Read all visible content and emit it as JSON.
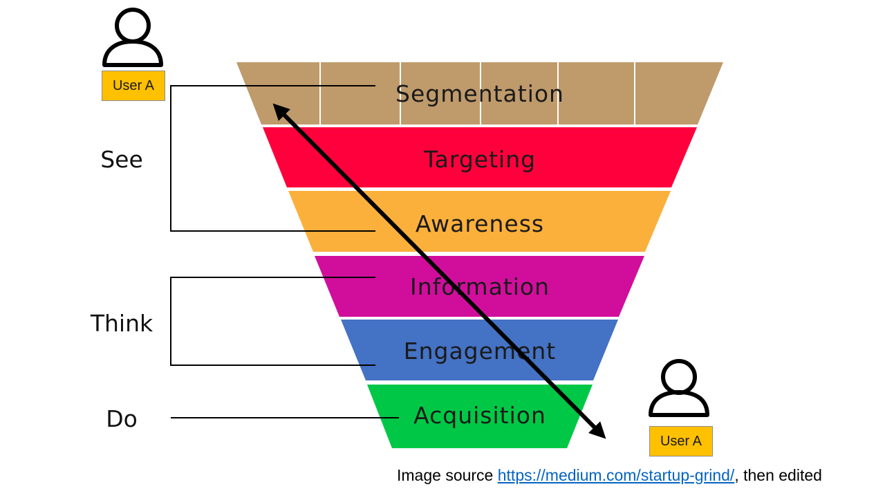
{
  "funnel": {
    "layers": [
      {
        "label": "Segmentation",
        "color": "#bf9a6b"
      },
      {
        "label": "Targeting",
        "color": "#ff003c"
      },
      {
        "label": "Awareness",
        "color": "#fbb03b"
      },
      {
        "label": "Information",
        "color": "#d10e9c"
      },
      {
        "label": "Engagement",
        "color": "#4472c4"
      },
      {
        "label": "Acquisition",
        "color": "#00c846"
      }
    ]
  },
  "stages": {
    "see": "See",
    "think": "Think",
    "do": "Do"
  },
  "users": {
    "top": {
      "label": "User A",
      "icon": "person-icon"
    },
    "bottom": {
      "label": "User A",
      "icon": "person-icon"
    }
  },
  "source": {
    "prefix": "Image source ",
    "link": "https://medium.com/startup-grind/",
    "suffix": ", then edited"
  }
}
